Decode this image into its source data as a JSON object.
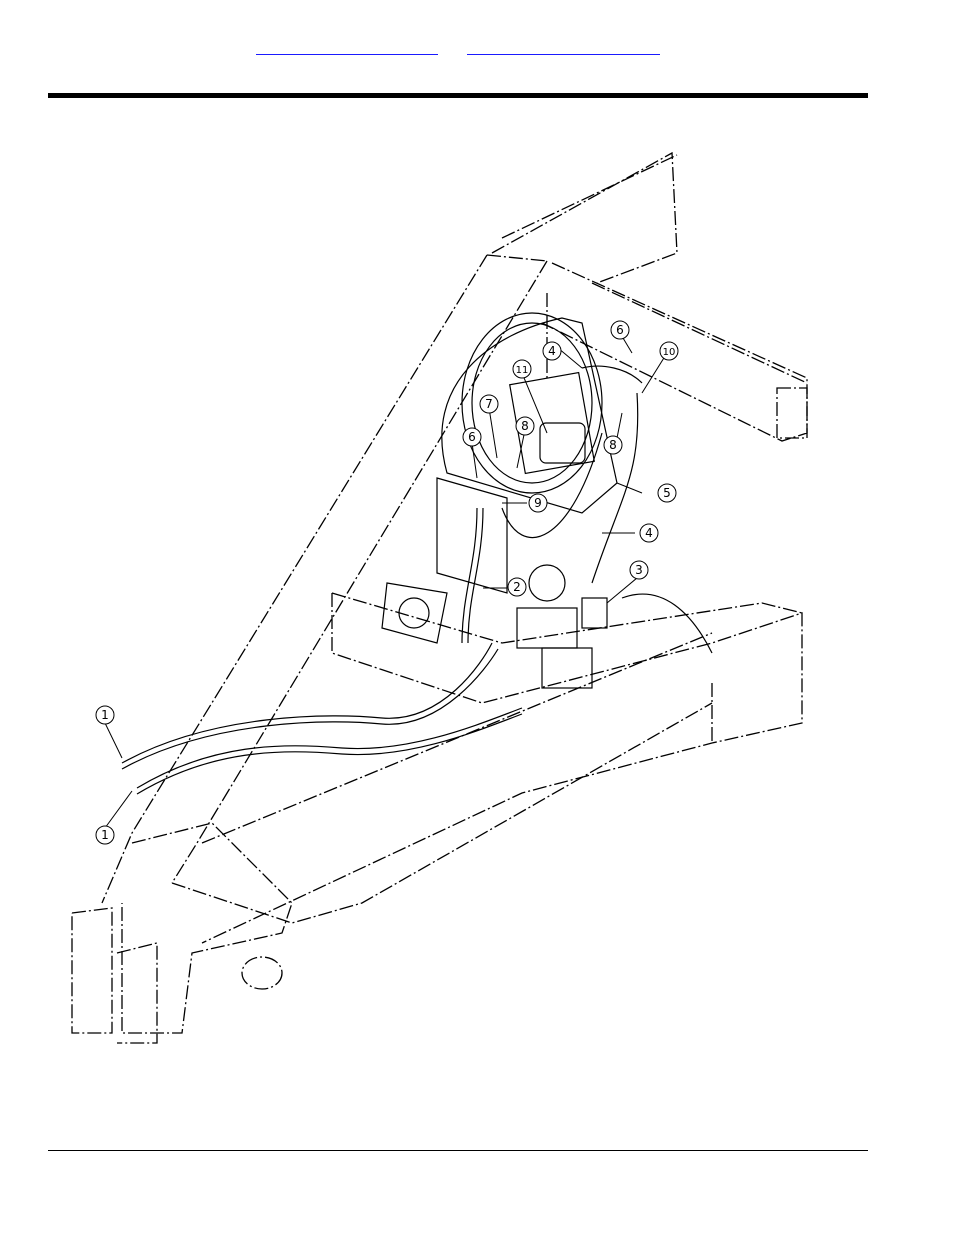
{
  "header": {
    "links": [
      {
        "text": ""
      },
      {
        "text": ""
      }
    ]
  },
  "diagram": {
    "callouts": [
      {
        "label": "1"
      },
      {
        "label": "1"
      },
      {
        "label": "2"
      },
      {
        "label": "3"
      },
      {
        "label": "4"
      },
      {
        "label": "4"
      },
      {
        "label": "5"
      },
      {
        "label": "6"
      },
      {
        "label": "6"
      },
      {
        "label": "7"
      },
      {
        "label": "8"
      },
      {
        "label": "8"
      },
      {
        "label": "9"
      },
      {
        "label": "10"
      },
      {
        "label": "11"
      }
    ]
  }
}
